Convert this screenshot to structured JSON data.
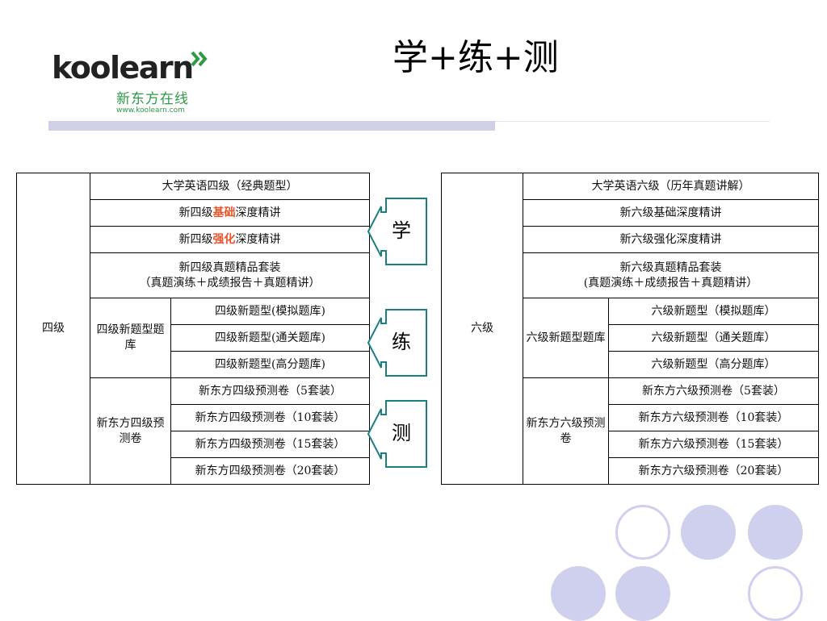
{
  "logo": {
    "wordmark": "koolearn",
    "chinese": "新东方在线",
    "url": "www.koolearn.com"
  },
  "title": "学+练+测",
  "colors": {
    "accent_green": "#2e9a45",
    "highlight_red": "#e8542a",
    "bar_lavender": "#cfcfe8",
    "tag_teal": "#1b7f80"
  },
  "left_table": {
    "level": "四级",
    "rows": [
      "大学英语四级（经典题型）",
      {
        "prefix": "新四级",
        "highlight": "基础",
        "suffix": "深度精讲"
      },
      {
        "prefix": "新四级",
        "highlight": "强化",
        "suffix": "深度精讲"
      },
      {
        "line1": "新四级真题精品套装",
        "line2": "（真题演练＋成绩报告＋真题精讲）"
      }
    ],
    "groups": [
      {
        "name": "四级新题型题库",
        "items": [
          "四级新题型(模拟题库)",
          "四级新题型(通关题库)",
          "四级新题型(高分题库)"
        ]
      },
      {
        "name": "新东方四级预测卷",
        "items": [
          "新东方四级预测卷（5套装）",
          "新东方四级预测卷（10套装）",
          "新东方四级预测卷（15套装）",
          "新东方四级预测卷（20套装）"
        ]
      }
    ]
  },
  "right_table": {
    "level": "六级",
    "rows": [
      "大学英语六级（历年真题讲解）",
      "新六级基础深度精讲",
      "新六级强化深度精讲",
      {
        "line1": "新六级真题精品套装",
        "line2": "(真题演练＋成绩报告＋真题精讲）"
      }
    ],
    "groups": [
      {
        "name": "六级新题型题库",
        "items": [
          "六级新题型（模拟题库）",
          "六级新题型（通关题库）",
          "六级新题型（高分题库）"
        ]
      },
      {
        "name": "新东方六级预测卷",
        "items": [
          "新东方六级预测卷（5套装）",
          "新东方六级预测卷（10套装）",
          "新东方六级预测卷（15套装）",
          "新东方六级预测卷（20套装）"
        ]
      }
    ]
  },
  "tags": [
    "学",
    "练",
    "测"
  ]
}
